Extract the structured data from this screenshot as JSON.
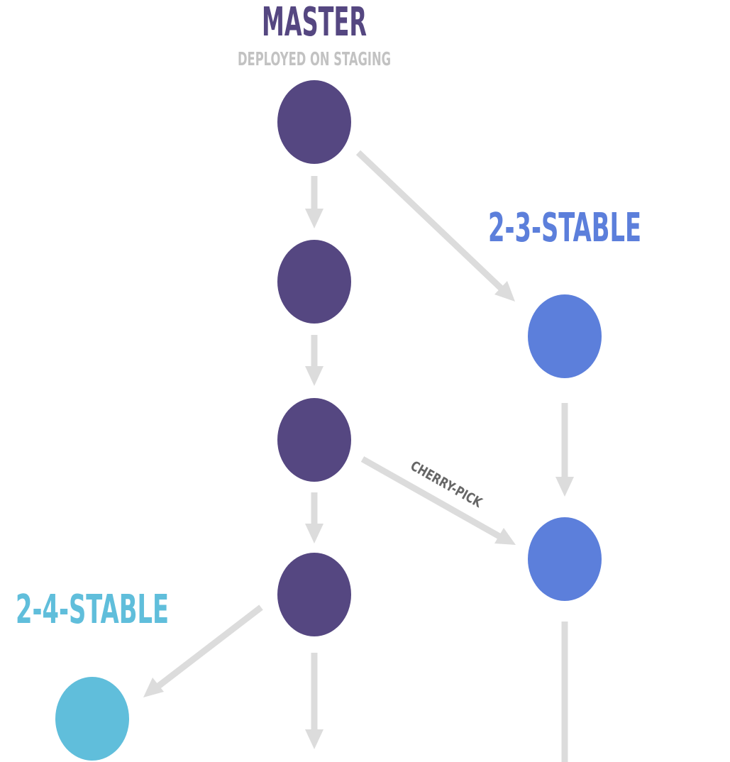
{
  "labels": {
    "master": "MASTER",
    "master_subtitle": "DEPLOYED ON STAGING",
    "branch_23": "2-3-STABLE",
    "branch_24": "2-4-STABLE",
    "cherry_pick": "CHERRY-PICK"
  },
  "colors": {
    "master": "#554781",
    "master_subtitle": "#c2c2c2",
    "branch_23": "#5c7fdb",
    "branch_24": "#60bedb",
    "arrow": "#dcdcdc",
    "cherry_pick_text": "#666666"
  },
  "nodes": [
    {
      "id": "m1",
      "branch": "master"
    },
    {
      "id": "m2",
      "branch": "master"
    },
    {
      "id": "m3",
      "branch": "master"
    },
    {
      "id": "m4",
      "branch": "master"
    },
    {
      "id": "s23a",
      "branch": "branch_23"
    },
    {
      "id": "s23b",
      "branch": "branch_23"
    },
    {
      "id": "s24a",
      "branch": "branch_24"
    }
  ],
  "edges": [
    {
      "from": "m1",
      "to": "m2"
    },
    {
      "from": "m2",
      "to": "m3"
    },
    {
      "from": "m3",
      "to": "m4"
    },
    {
      "from": "m1",
      "to": "s23a"
    },
    {
      "from": "s23a",
      "to": "s23b"
    },
    {
      "from": "m3",
      "to": "s23b",
      "label": "cherry_pick"
    },
    {
      "from": "m4",
      "to": "s24a"
    }
  ]
}
